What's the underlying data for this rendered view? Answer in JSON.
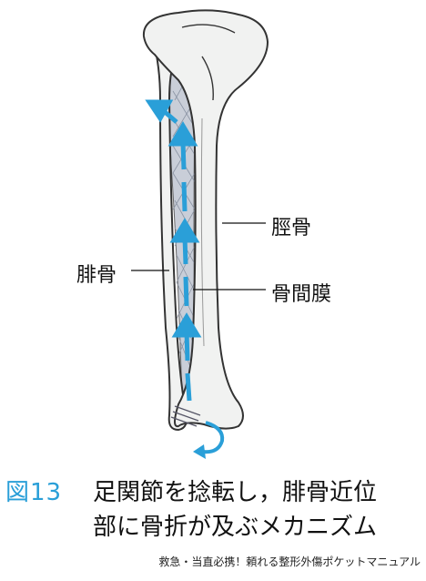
{
  "labels": {
    "tibia": "脛骨",
    "fibula": "腓骨",
    "interosseous_membrane": "骨間膜"
  },
  "caption": {
    "figure_number": "図13",
    "line1": "足関節を捻転し，腓骨近位",
    "line2": "部に骨折が及ぶメカニズム"
  },
  "source": "救急・当直必携！頼れる整形外傷ポケットマニュアル",
  "colors": {
    "arrow": "#2a9fd8",
    "bone_fill": "#f1f2f1",
    "bone_outline": "#333333",
    "membrane": "#c9ced8",
    "figure_number": "#2a9fd8"
  }
}
